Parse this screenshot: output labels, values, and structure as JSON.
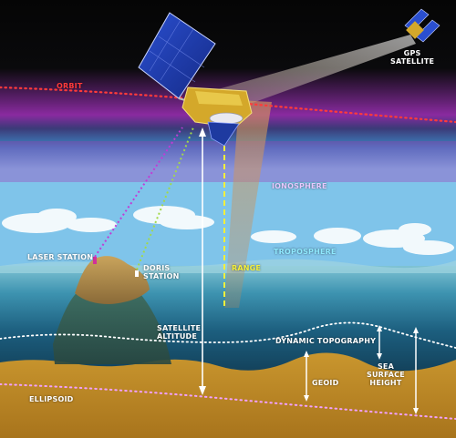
{
  "labels": {
    "gps_satellite": "GPS\nSATELLITE",
    "orbit": "ORBIT",
    "ionosphere": "IONOSPHERE",
    "troposphere": "TROPOSPHERE",
    "laser_station": "LASER STATION",
    "doris_station": "DORIS\nSTATION",
    "range": "RANGE",
    "satellite_altitude": "SATELLITE\nALTITUDE",
    "dynamic_topography": "DYNAMIC TOPOGRAPHY",
    "sea_surface_height": "SEA\nSURFACE\nHEIGHT",
    "geoid": "GEOID",
    "ellipsoid": "ELLIPSOID"
  },
  "colors": {
    "orbit_label": "#ff3b3b",
    "range_label": "#f4ef3a",
    "troposphere_label": "#8fe9ff",
    "ionosphere_label": "#e7c8ff",
    "laser_beam": "#c23bd6",
    "doris_beam": "#a3d94a",
    "gps_beam": "#d9b56a",
    "ellipsoid_line": "#f2a0ff",
    "geoid_line": "#ffffff"
  }
}
